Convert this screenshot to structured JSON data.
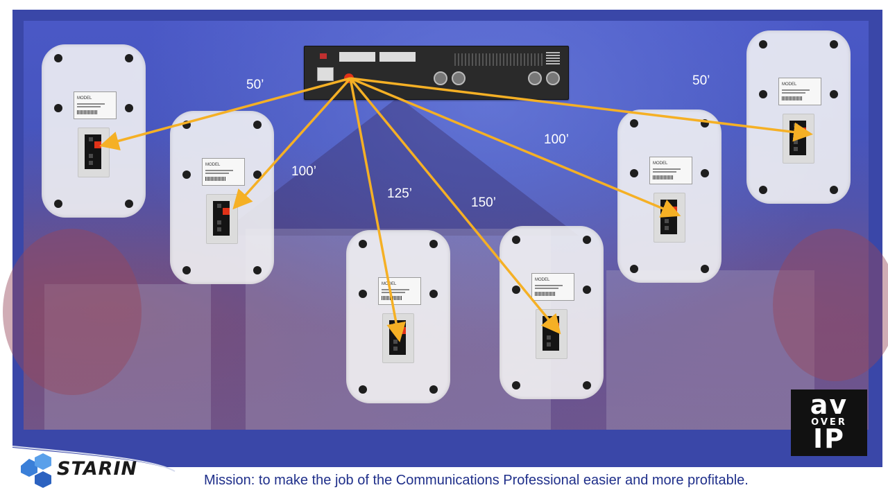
{
  "diagram": {
    "amplifier": {
      "name": "amplifier-rear-panel"
    },
    "distances": [
      "50’",
      "100’",
      "125’",
      "150’",
      "100’",
      "50’"
    ],
    "speaker_label": "MODEL",
    "wire_color": "#f5b025",
    "terminal_color": "#e03218"
  },
  "branding": {
    "company": "STARIN",
    "mission": "Mission: to make the job of the Communications Professional easier and more profitable.",
    "badge": {
      "line1": "av",
      "line2": "OVER",
      "line3": "IP"
    }
  },
  "colors": {
    "background": "#3a47a8",
    "mission_text": "#1f2f8a",
    "starin_blue": "#3a7fd8"
  }
}
